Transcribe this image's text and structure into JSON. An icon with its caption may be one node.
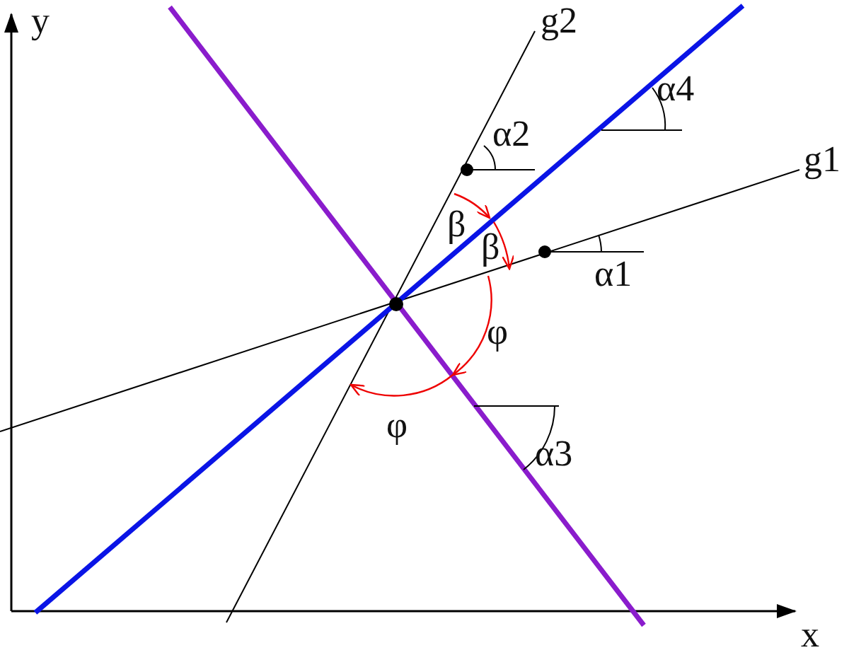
{
  "diagram": {
    "labels": [
      "y",
      "g2",
      "α4",
      "α2",
      "g1",
      "β",
      "β",
      "α1",
      "φ",
      "φ",
      "α3",
      "x"
    ]
  }
}
